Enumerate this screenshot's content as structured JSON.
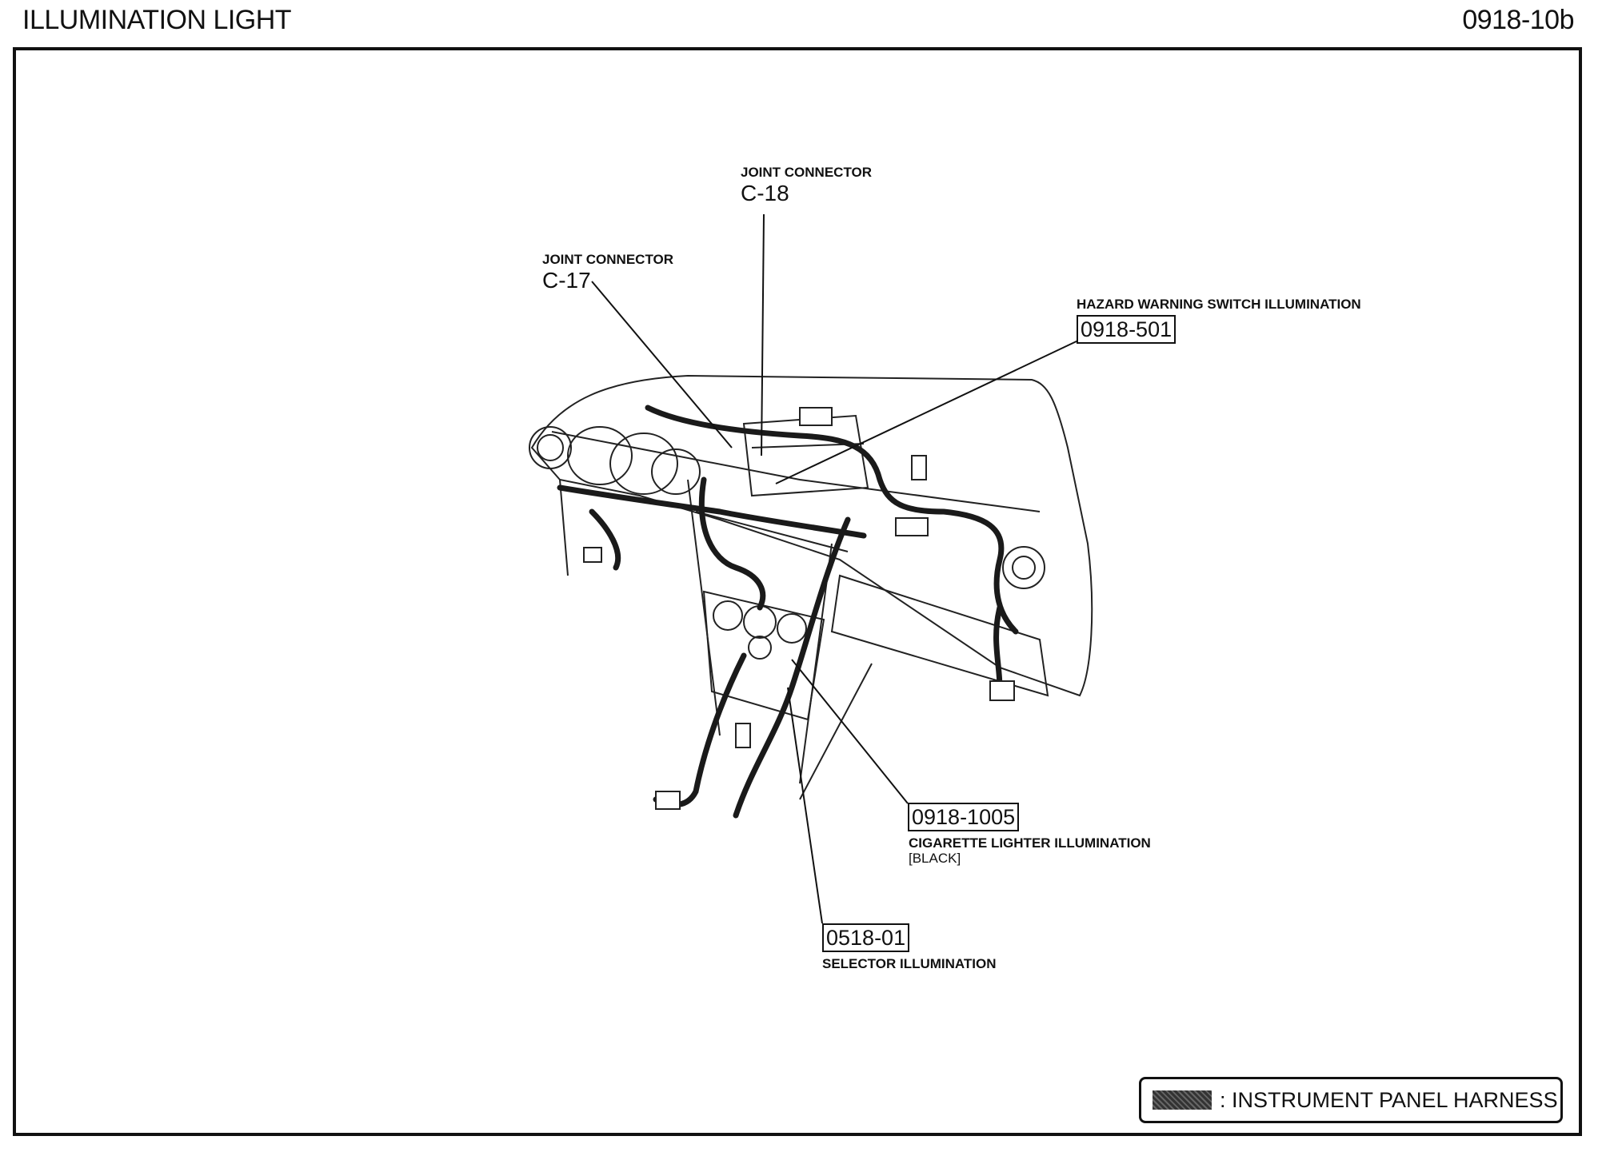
{
  "header": {
    "title": "ILLUMINATION LIGHT",
    "code": "0918-10b"
  },
  "callouts": {
    "c18": {
      "caption": "JOINT CONNECTOR",
      "id": "C-18"
    },
    "c17": {
      "caption": "JOINT CONNECTOR",
      "id": "C-17"
    },
    "hazard": {
      "caption": "HAZARD WARNING SWITCH ILLUMINATION",
      "ref": "0918-501"
    },
    "cigarette": {
      "ref": "0918-1005",
      "caption": "CIGARETTE LIGHTER ILLUMINATION",
      "note": "[BLACK]"
    },
    "selector": {
      "ref": "0518-01",
      "caption": "SELECTOR ILLUMINATION"
    }
  },
  "legend": {
    "text": ": INSTRUMENT PANEL HARNESS"
  }
}
